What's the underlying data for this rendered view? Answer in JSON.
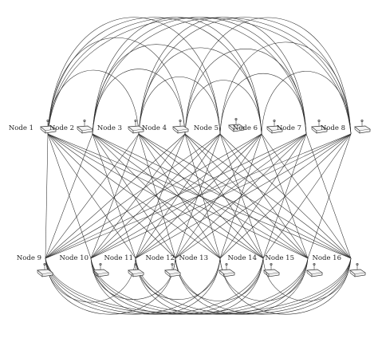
{
  "diagram": {
    "top_nodes": [
      "Node 1",
      "Node 2",
      "Node 3",
      "Node 4",
      "Node 5",
      "Node 6",
      "Node 7",
      "Node 8"
    ],
    "bottom_nodes": [
      "Node 9",
      "Node 10",
      "Node 11",
      "Node 12",
      "Node 13",
      "Node 14",
      "Node 15",
      "Node 16"
    ],
    "node_icon": "wireless-router-icon",
    "edge_color": "#2a2a2a",
    "background": "#ffffff"
  }
}
